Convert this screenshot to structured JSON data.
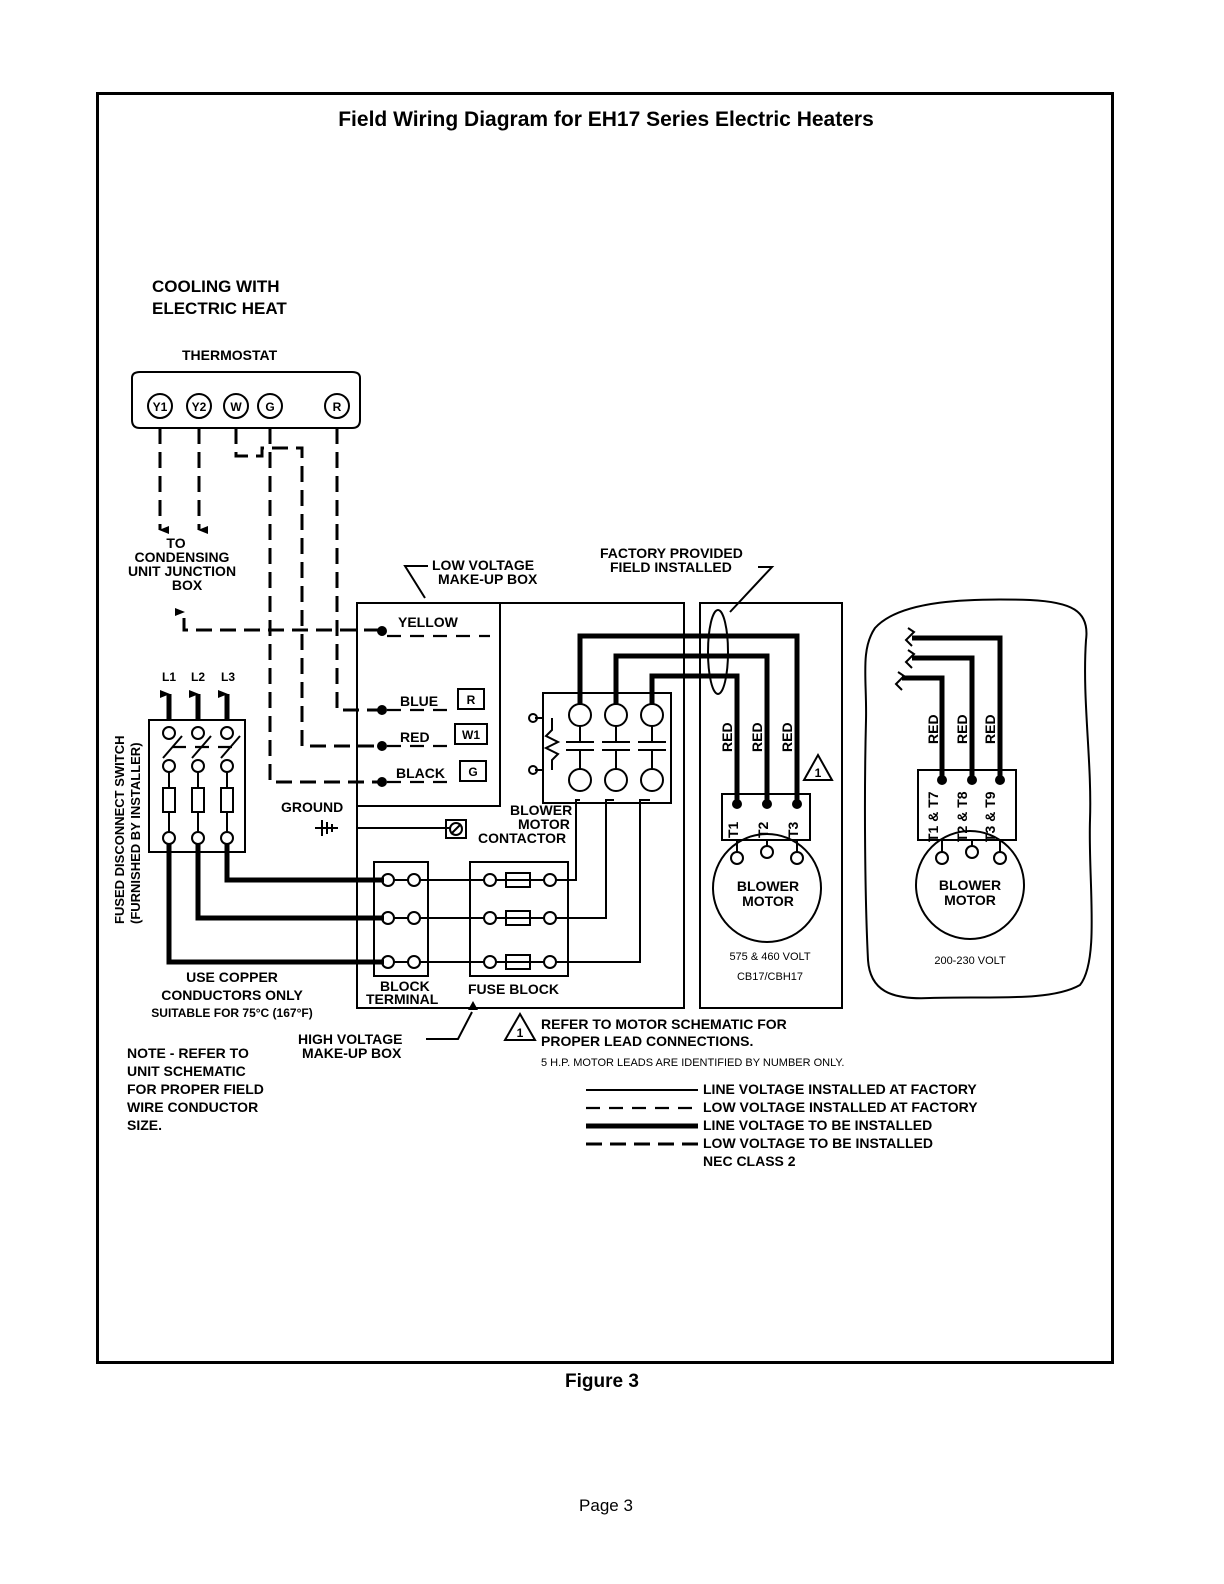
{
  "title": "Field Wiring Diagram for EH17 Series Electric Heaters",
  "heading": {
    "line1": "COOLING WITH",
    "line2": "ELECTRIC HEAT"
  },
  "thermostat": {
    "label": "THERMOSTAT",
    "terminals": [
      "Y1",
      "Y2",
      "W",
      "G",
      "R"
    ]
  },
  "condensing": {
    "line1": "TO",
    "line2": "CONDENSING",
    "line3": "UNIT JUNCTION",
    "line4": "BOX"
  },
  "low_voltage_box": {
    "line1": "LOW VOLTAGE",
    "line2": "MAKE-UP BOX",
    "wires": [
      "YELLOW",
      "BLUE",
      "RED",
      "BLACK"
    ],
    "terminals": [
      "R",
      "W1",
      "G"
    ]
  },
  "factory": {
    "line1": "FACTORY PROVIDED",
    "line2": "FIELD INSTALLED"
  },
  "disconnect": {
    "line1": "FUSED DISCONNECT SWITCH",
    "line2": "(FURNISHED BY INSTALLER)",
    "lines": [
      "L1",
      "L2",
      "L3"
    ]
  },
  "ground": "GROUND",
  "contactor": {
    "line1": "BLOWER",
    "line2": "MOTOR",
    "line3": "CONTACTOR"
  },
  "terminal_block": {
    "line1": "BLOCK",
    "line2": "TERMINAL"
  },
  "fuse_block": "FUSE BLOCK",
  "copper": {
    "line1": "USE COPPER",
    "line2": "CONDUCTORS ONLY",
    "line3": "SUITABLE FOR 75°C (167°F)"
  },
  "high_voltage_box": {
    "line1": "HIGH VOLTAGE",
    "line2": "MAKE-UP BOX"
  },
  "note": {
    "line1": "NOTE - REFER TO",
    "line2": "UNIT SCHEMATIC",
    "line3": "FOR PROPER FIELD",
    "line4": "WIRE CONDUCTOR",
    "line5": "SIZE."
  },
  "motor_a": {
    "leads": [
      "RED",
      "RED",
      "RED"
    ],
    "terminals": [
      "T1",
      "T2",
      "T3"
    ],
    "label1": "BLOWER",
    "label2": "MOTOR",
    "voltage": "575 & 460 VOLT",
    "model": "CB17/CBH17"
  },
  "motor_b": {
    "leads": [
      "RED",
      "RED",
      "RED"
    ],
    "terminals": [
      "T1 & T7",
      "T2 & T8",
      "T3 & T9"
    ],
    "label1": "BLOWER",
    "label2": "MOTOR",
    "voltage": "200-230 VOLT"
  },
  "warning_mark": "1",
  "refer": {
    "line1": "REFER TO MOTOR SCHEMATIC FOR",
    "line2": "PROPER LEAD CONNECTIONS.",
    "line3": "5 H.P. MOTOR LEADS ARE IDENTIFIED BY NUMBER ONLY."
  },
  "legend": [
    "LINE VOLTAGE INSTALLED AT FACTORY",
    "LOW VOLTAGE INSTALLED AT FACTORY",
    "LINE VOLTAGE TO BE INSTALLED",
    "LOW VOLTAGE TO BE INSTALLED"
  ],
  "legend_note": "NEC CLASS 2",
  "caption": "Figure 3",
  "page": "Page 3"
}
